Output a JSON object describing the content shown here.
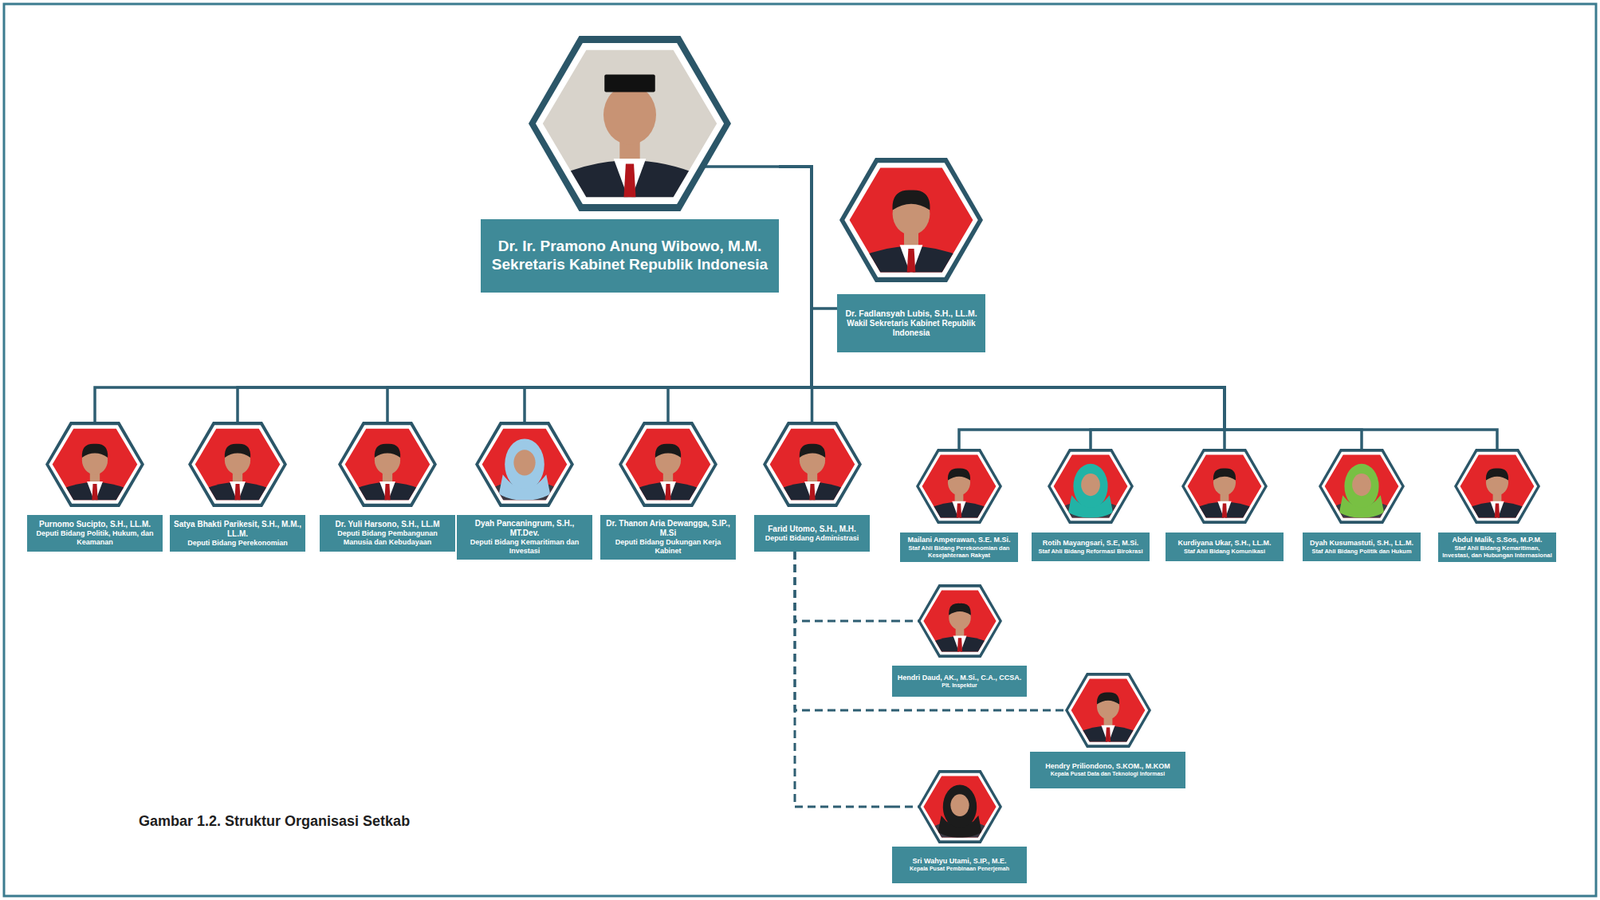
{
  "diagram": {
    "caption": "Gambar 1.2. Struktur Organisasi Setkab",
    "nodes": [
      {
        "text": [
          "Dr. Ir. Pramono Anung Wibowo, M.M.",
          "Sekretaris Kabinet Republik Indonesia"
        ]
      },
      {
        "text": [
          "Dr. Fadlansyah Lubis, S.H., LL.M.",
          "Wakil Sekretaris Kabinet Republik Indonesia"
        ]
      },
      {
        "text": [
          "Purnomo Sucipto, S.H., LL.M.",
          "Deputi Bidang Politik, Hukum, dan Keamanan"
        ]
      },
      {
        "text": [
          "Satya Bhakti Parikesit, S.H., M.M., LL.M.",
          "Deputi Bidang Perekonomian"
        ]
      },
      {
        "text": [
          "Dr. Yuli Harsono, S.H., LL.M",
          "Deputi Bidang Pembangunan Manusia dan Kebudayaan"
        ]
      },
      {
        "text": [
          "Dyah Pancaningrum, S.H., MT.Dev.",
          "Deputi Bidang Kemaritiman dan Investasi"
        ]
      },
      {
        "text": [
          "Dr. Thanon Aria Dewangga, S.IP., M.Si",
          "Deputi Bidang Dukungan Kerja Kabinet"
        ]
      },
      {
        "text": [
          "Farid Utomo, S.H., M.H.",
          "Deputi Bidang Administrasi"
        ]
      },
      {
        "text": [
          "Mailani Amperawan, S.E. M.Si.",
          "Staf Ahli Bidang Perekonomian dan Kesejahteraan Rakyat"
        ]
      },
      {
        "text": [
          "Rotih Mayangsari, S.E, M.Si.",
          "Staf Ahli Bidang Reformasi Birokrasi"
        ]
      },
      {
        "text": [
          "Kurdiyana Ukar, S.H., LL.M.",
          "Staf Ahli Bidang Komunikasi"
        ]
      },
      {
        "text": [
          "Dyah Kusumastuti, S.H., LL.M.",
          "Staf Ahli Bidang Politik dan Hukum"
        ]
      },
      {
        "text": [
          "Abdul Malik, S.Sos, M.P.M.",
          "Staf Ahli Bidang Kemaritiman, Investasi, dan Hubungan Internasional"
        ]
      },
      {
        "text": [
          "Hendri Daud, AK., M.Si., C.A., CCSA.",
          "Plt. Inspektur"
        ]
      },
      {
        "text": [
          "Hendry Priliondono, S.KOM., M.KOM",
          "Kepala Pusat Data dan Teknologi Informasi"
        ]
      },
      {
        "text": [
          "Sri Wahyu Utami, S.IP., M.E.",
          "Kepala Pusat Pembinaan Penerjemah"
        ]
      }
    ],
    "edges": [
      {
        "from": 0,
        "to": 1,
        "arrow": "none"
      },
      {
        "from": 0,
        "to": 2,
        "arrow": "none"
      },
      {
        "from": 0,
        "to": 3,
        "arrow": "none"
      },
      {
        "from": 0,
        "to": 4,
        "arrow": "none"
      },
      {
        "from": 0,
        "to": 5,
        "arrow": "none"
      },
      {
        "from": 0,
        "to": 6,
        "arrow": "none"
      },
      {
        "from": 0,
        "to": 7,
        "arrow": "none"
      },
      {
        "from": 0,
        "to": 8,
        "arrow": "none"
      },
      {
        "from": 0,
        "to": 9,
        "arrow": "none"
      },
      {
        "from": 0,
        "to": 10,
        "arrow": "none"
      },
      {
        "from": 0,
        "to": 11,
        "arrow": "none"
      },
      {
        "from": 0,
        "to": 12,
        "arrow": "none"
      },
      {
        "from": 7,
        "to": 13,
        "arrow": "none"
      },
      {
        "from": 7,
        "to": 14,
        "arrow": "none"
      },
      {
        "from": 7,
        "to": 15,
        "arrow": "none"
      }
    ]
  }
}
